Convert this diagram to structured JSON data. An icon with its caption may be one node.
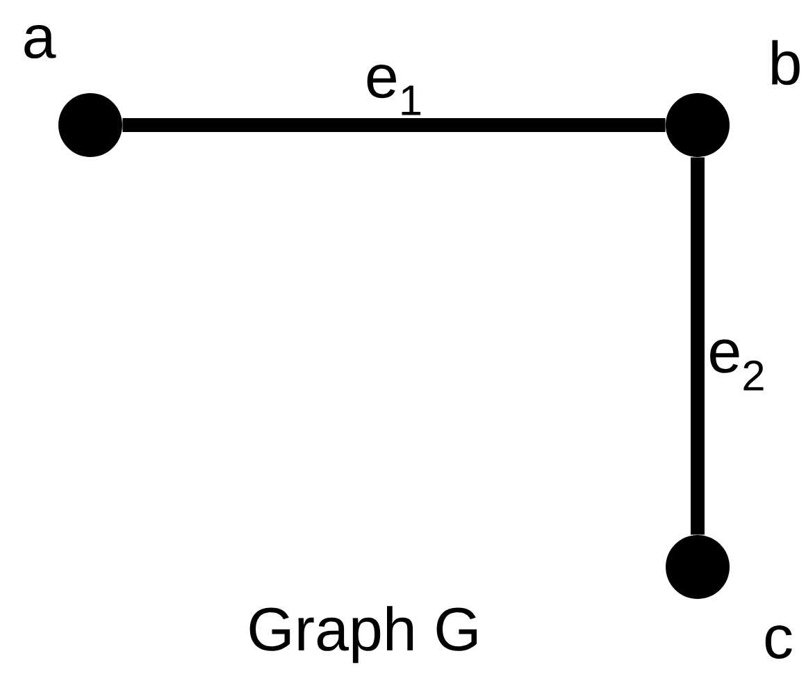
{
  "diagram": {
    "caption": "Graph G",
    "nodes": [
      {
        "text": [],
        "shape": "circle",
        "beside": [
          "a"
        ]
      },
      {
        "text": [],
        "shape": "circle",
        "beside": [
          "b"
        ]
      },
      {
        "text": [],
        "shape": "circle",
        "beside": [
          "c"
        ]
      }
    ],
    "edges": [
      {
        "from": 0,
        "to": 1,
        "arrow": "none",
        "label": "e$_{1}$"
      },
      {
        "from": 1,
        "to": 2,
        "arrow": "none",
        "label": "e$_{2}$"
      }
    ]
  }
}
